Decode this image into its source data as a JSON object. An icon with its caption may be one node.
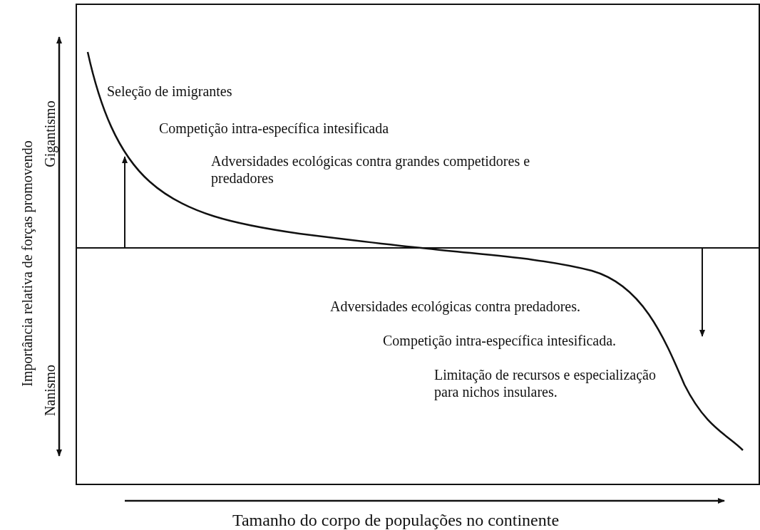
{
  "diagram": {
    "labels": [
      "Seleção de imigrantes",
      "Competição intra-específica intesificada",
      "Adversidades ecológicas contra grandes competidores e predadores",
      "Adversidades ecológicas contra predadores.",
      "Competição intra-específica intesificada.",
      "Limitação de recursos e especialização para nichos insulares.",
      "Importância relativa de forças promovendo",
      "Gigantismo",
      "Nanismo",
      "Tamanho do corpo de populações no continente"
    ]
  }
}
